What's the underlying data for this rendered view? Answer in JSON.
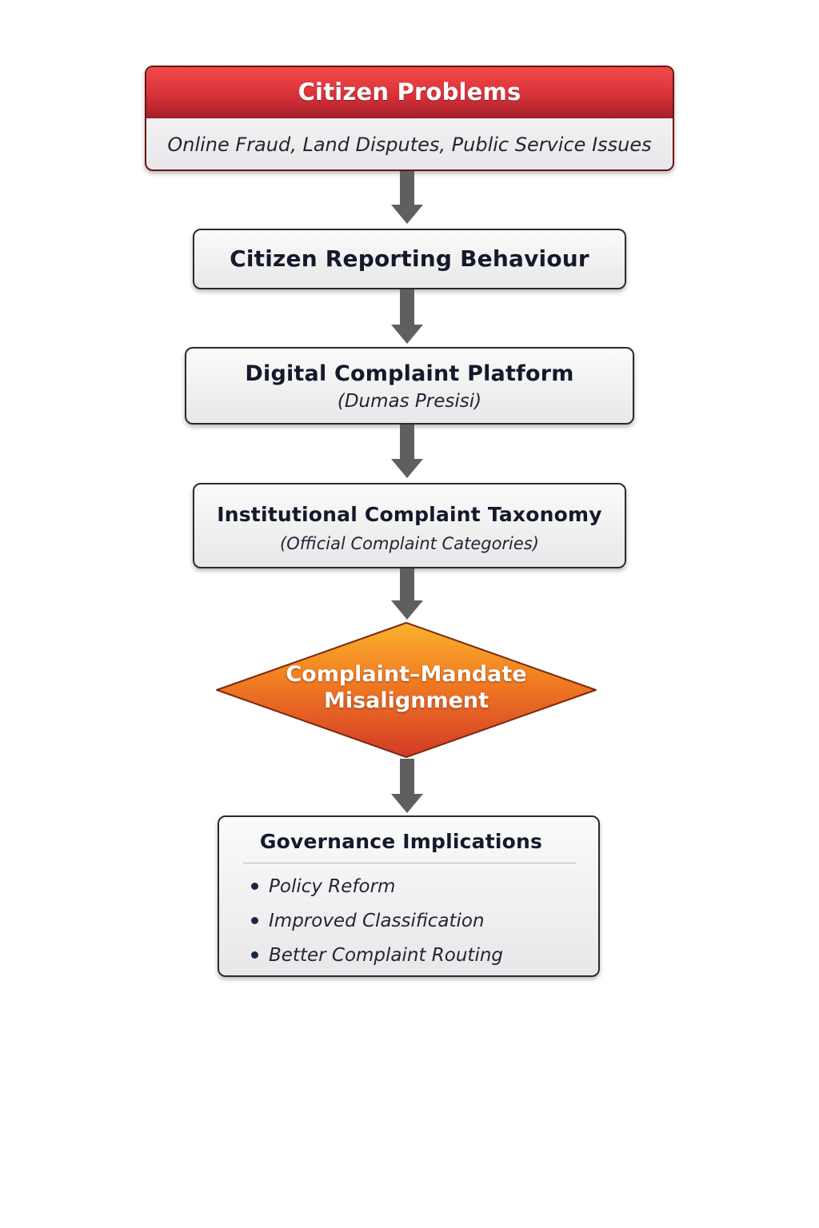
{
  "diagram": {
    "problems": {
      "title": "Citizen Problems",
      "subtitle": "Online Fraud, Land Disputes, Public Service Issues"
    },
    "reporting": {
      "title": "Citizen Reporting Behaviour"
    },
    "platform": {
      "title": "Digital Complaint Platform",
      "subtitle": "(Dumas Presisi)"
    },
    "taxonomy": {
      "title": "Institutional Complaint Taxonomy",
      "subtitle": "(Official Complaint Categories)"
    },
    "misalignment": {
      "line1": "Complaint–Mandate",
      "line2": "Misalignment"
    },
    "governance": {
      "title": "Governance Implications",
      "items": [
        "Policy Reform",
        "Improved Classification",
        "Better Complaint Routing"
      ]
    },
    "colors": {
      "header_red": "#d8323a",
      "diamond_top": "#fba62a",
      "diamond_bottom": "#d63a25",
      "arrow_gray": "#5f5f5f",
      "text_dark": "#141a2b"
    }
  }
}
